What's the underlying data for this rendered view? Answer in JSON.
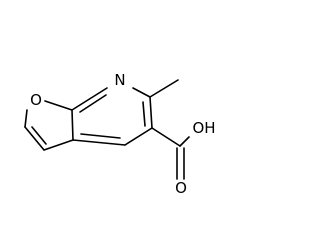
{
  "molecule": {
    "atoms": {
      "ring_oxygen": "O",
      "ring_nitrogen": "N",
      "hydroxyl": "OH",
      "carbonyl_oxygen": "O"
    }
  }
}
